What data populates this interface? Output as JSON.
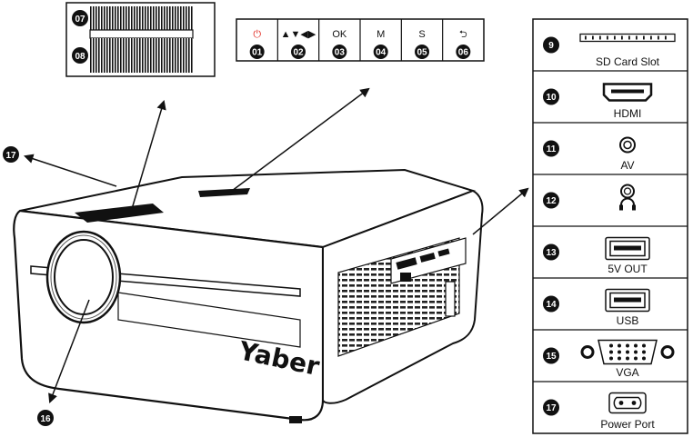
{
  "top_controls": {
    "buttons": [
      {
        "symbol": "⏻",
        "badge": "01",
        "color": "#e0241b"
      },
      {
        "symbol": "▲▼◀▶",
        "badge": "02",
        "color": "#111111"
      },
      {
        "symbol": "OK",
        "badge": "03",
        "color": "#111111"
      },
      {
        "symbol": "M",
        "badge": "04",
        "color": "#111111"
      },
      {
        "symbol": "S",
        "badge": "05",
        "color": "#111111"
      },
      {
        "symbol": "⮌",
        "badge": "06",
        "color": "#111111"
      }
    ]
  },
  "focus_panel": {
    "badge_top": "07",
    "badge_bottom": "08"
  },
  "ports": [
    {
      "badge": "9",
      "label": "SD Card Slot",
      "icon": "sd-card-slot-icon"
    },
    {
      "badge": "10",
      "label": "HDMI",
      "icon": "hdmi-port-icon"
    },
    {
      "badge": "11",
      "label": "AV",
      "icon": "av-jack-icon"
    },
    {
      "badge": "12",
      "label": "",
      "icon": "headphone-jack-icon"
    },
    {
      "badge": "13",
      "label": "5V OUT",
      "icon": "usb-port-icon"
    },
    {
      "badge": "14",
      "label": "USB",
      "icon": "usb-port-icon"
    },
    {
      "badge": "15",
      "label": "VGA",
      "icon": "vga-port-icon"
    },
    {
      "badge": "17",
      "label": "Power Port",
      "icon": "power-port-icon"
    }
  ],
  "callouts": {
    "vent_badge": "17",
    "lens_badge": "16"
  },
  "brand": "Yaber"
}
